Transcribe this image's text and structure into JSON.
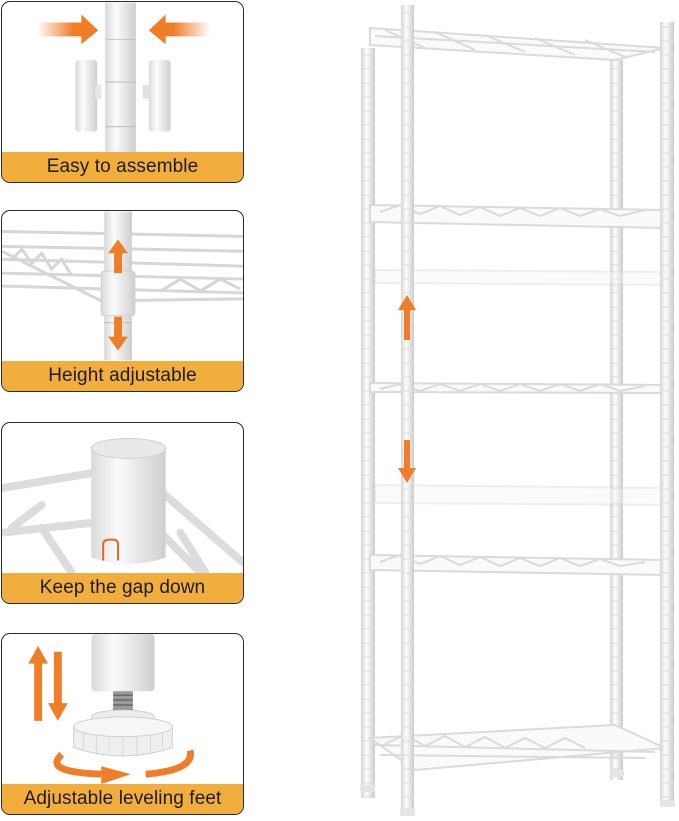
{
  "colors": {
    "accent_orange": "#F07D28",
    "caption_band": "#F2AE3C",
    "border": "#2A2A2A",
    "metal_white": "#F4F4F4",
    "metal_shadow": "#C9C9C9"
  },
  "features": [
    {
      "id": "assemble",
      "caption": "Easy to assemble",
      "icon": "arrows-converging-icon"
    },
    {
      "id": "height",
      "caption": "Height adjustable",
      "icon": "double-vertical-arrow-icon"
    },
    {
      "id": "gap",
      "caption": "Keep the gap down",
      "icon": "sleeve-gap-marker-icon"
    },
    {
      "id": "feet",
      "caption": "Adjustable leveling feet",
      "icon": "rotate-arrow-icon"
    }
  ],
  "product": {
    "name": "wire-shelving-unit",
    "tiers": 5,
    "adjustable_shelf_arrows": [
      "up-arrow",
      "down-arrow"
    ]
  }
}
